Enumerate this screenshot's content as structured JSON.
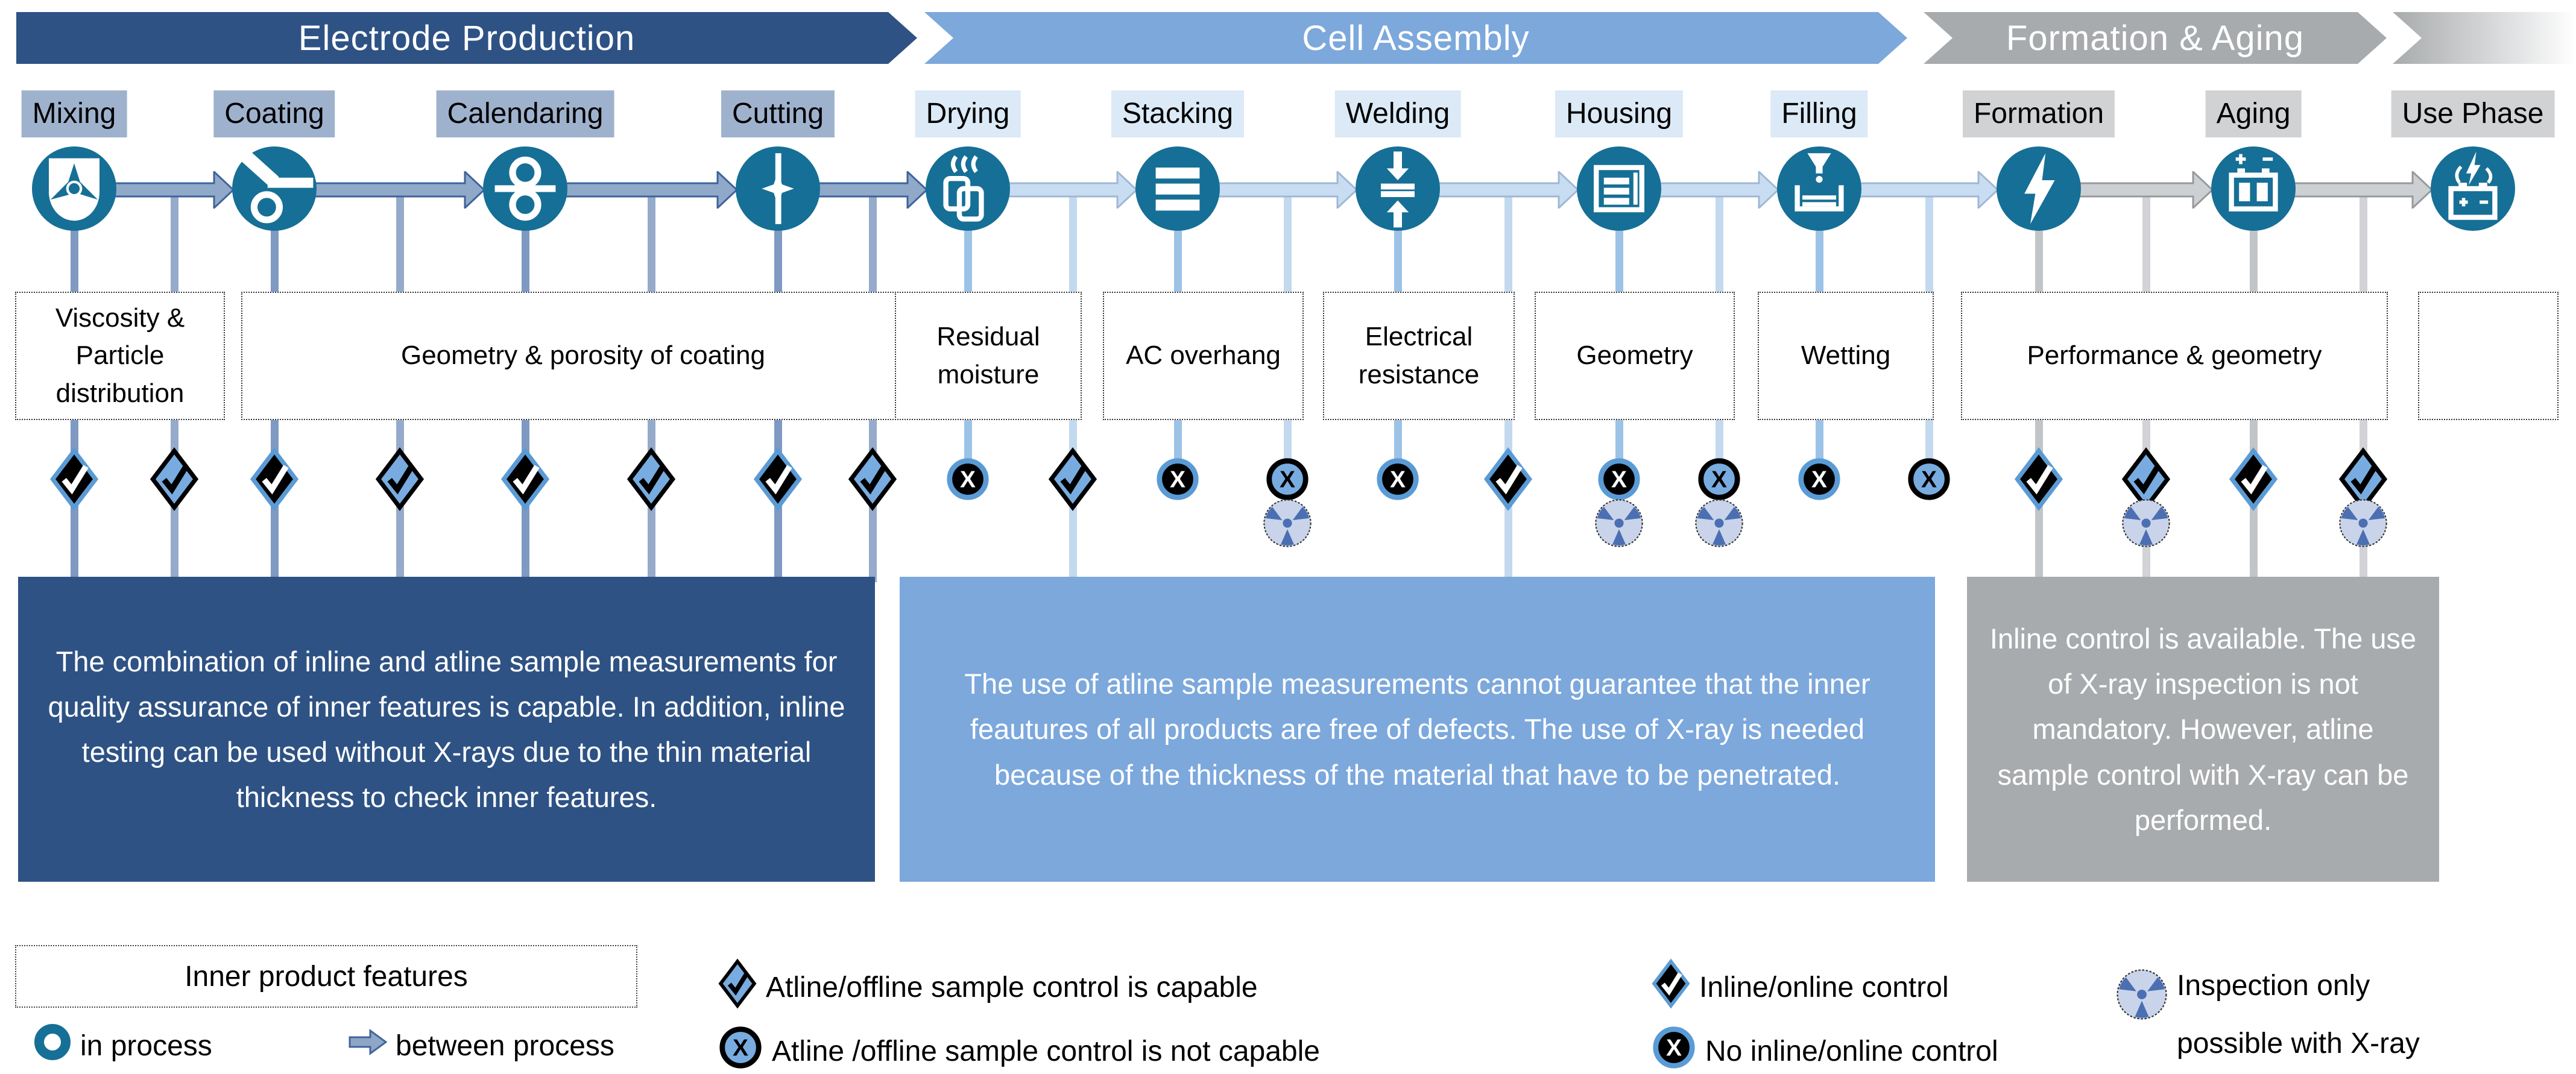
{
  "phases": [
    {
      "label": "Electrode Production"
    },
    {
      "label": "Cell Assembly"
    },
    {
      "label": "Formation & Aging"
    }
  ],
  "steps": [
    {
      "label": "Mixing",
      "icon": "mixing-icon",
      "phase": 0
    },
    {
      "label": "Coating",
      "icon": "coating-icon",
      "phase": 0
    },
    {
      "label": "Calendaring",
      "icon": "calendaring-icon",
      "phase": 0
    },
    {
      "label": "Cutting",
      "icon": "cutting-icon",
      "phase": 0
    },
    {
      "label": "Drying",
      "icon": "drying-icon",
      "phase": 1
    },
    {
      "label": "Stacking",
      "icon": "stacking-icon",
      "phase": 1
    },
    {
      "label": "Welding",
      "icon": "welding-icon",
      "phase": 1
    },
    {
      "label": "Housing",
      "icon": "housing-icon",
      "phase": 1
    },
    {
      "label": "Filling",
      "icon": "filling-icon",
      "phase": 1
    },
    {
      "label": "Formation",
      "icon": "formation-icon",
      "phase": 2
    },
    {
      "label": "Aging",
      "icon": "aging-icon",
      "phase": 2
    },
    {
      "label": "Use Phase",
      "icon": "use-phase-icon",
      "phase": 2
    }
  ],
  "measurements": [
    {
      "label": "Viscosity & Particle distribution"
    },
    {
      "label": "Geometry & porosity of coating"
    },
    {
      "label": "Residual moisture"
    },
    {
      "label": "AC overhang"
    },
    {
      "label": "Electrical resistance"
    },
    {
      "label": "Geometry"
    },
    {
      "label": "Wetting"
    },
    {
      "label": "Performance & geometry"
    },
    {
      "label": ""
    }
  ],
  "controls": [
    {
      "position": "Mixing (in process)",
      "symbol": "inline-check",
      "xray": false,
      "extends": true
    },
    {
      "position": "Mixing → Coating (between process)",
      "symbol": "atline-check",
      "xray": false,
      "extends": true
    },
    {
      "position": "Coating (in process)",
      "symbol": "inline-check",
      "xray": false,
      "extends": true
    },
    {
      "position": "Coating → Calendaring (between process)",
      "symbol": "atline-check",
      "xray": false,
      "extends": true
    },
    {
      "position": "Calendaring (in process)",
      "symbol": "inline-check",
      "xray": false,
      "extends": true
    },
    {
      "position": "Calendaring → Cutting (between process)",
      "symbol": "atline-check",
      "xray": false,
      "extends": true
    },
    {
      "position": "Cutting (in process)",
      "symbol": "inline-check",
      "xray": false,
      "extends": true
    },
    {
      "position": "Cutting → Drying (between process)",
      "symbol": "atline-check",
      "xray": false,
      "extends": true
    },
    {
      "position": "Drying (in process)",
      "symbol": "no-inline",
      "xray": false,
      "extends": false
    },
    {
      "position": "Drying → Stacking (between process)",
      "symbol": "atline-check",
      "xray": false,
      "extends": true
    },
    {
      "position": "Stacking (in process)",
      "symbol": "no-inline",
      "xray": false,
      "extends": false
    },
    {
      "position": "Stacking → Welding (between process)",
      "symbol": "atline-not",
      "xray": true,
      "extends": false
    },
    {
      "position": "Welding (in process)",
      "symbol": "no-inline",
      "xray": false,
      "extends": false
    },
    {
      "position": "Welding → Housing (between process)",
      "symbol": "inline-check",
      "xray": false,
      "extends": true
    },
    {
      "position": "Housing (in process)",
      "symbol": "no-inline",
      "xray": true,
      "extends": false
    },
    {
      "position": "Housing → Filling (between process)",
      "symbol": "atline-not",
      "xray": true,
      "extends": false
    },
    {
      "position": "Filling (in process)",
      "symbol": "no-inline",
      "xray": false,
      "extends": false
    },
    {
      "position": "Filling → Formation (between process)",
      "symbol": "atline-not",
      "xray": false,
      "extends": false
    },
    {
      "position": "Formation (in process)",
      "symbol": "inline-check",
      "xray": false,
      "extends": true
    },
    {
      "position": "Formation → Aging (between process)",
      "symbol": "atline-check",
      "xray": true,
      "extends": true
    },
    {
      "position": "Aging (in process)",
      "symbol": "inline-check",
      "xray": false,
      "extends": true
    },
    {
      "position": "Aging → Use Phase (between process)",
      "symbol": "atline-check",
      "xray": true,
      "extends": true
    }
  ],
  "notes": [
    {
      "id": "electrode",
      "text": "The combination of inline and atline sample measurements for quality assurance of inner features is capable. In addition, inline testing can be used without X-rays due to the thin material thickness to check inner features."
    },
    {
      "id": "cell",
      "text": "The use of atline sample measurements cannot guarantee that the inner feautures of all products are free of defects. The use of X-ray is needed because of the thickness of the material that have to be penetrated."
    },
    {
      "id": "formation",
      "text": "Inline control is available. The use of X-ray inspection is not mandatory.  However, atline sample control with X-ray can be performed."
    }
  ],
  "legend": {
    "inner_features_title": "Inner product features",
    "in_process": "in process",
    "between_process": "between process",
    "atline_capable": "Atline/offline sample control is capable",
    "atline_not_capable": "Atline /offline sample control is not capable",
    "inline_control": "Inline/online control",
    "no_inline_control": "No inline/online control",
    "xray_only_line1": "Inspection only",
    "xray_only_line2": "possible with X-ray"
  },
  "colors": {
    "phase_dark": "#2E5284",
    "phase_light": "#7CA8DC",
    "phase_gray": "#A8ABAD",
    "icon_teal": "#166F96",
    "symbol_blue": "#78ACE0",
    "symbol_blue_border": "#5B9BD5",
    "symbol_black": "#000000",
    "xray_bg": "#C9D4EA",
    "xray_fg": "#4B6FB2"
  }
}
